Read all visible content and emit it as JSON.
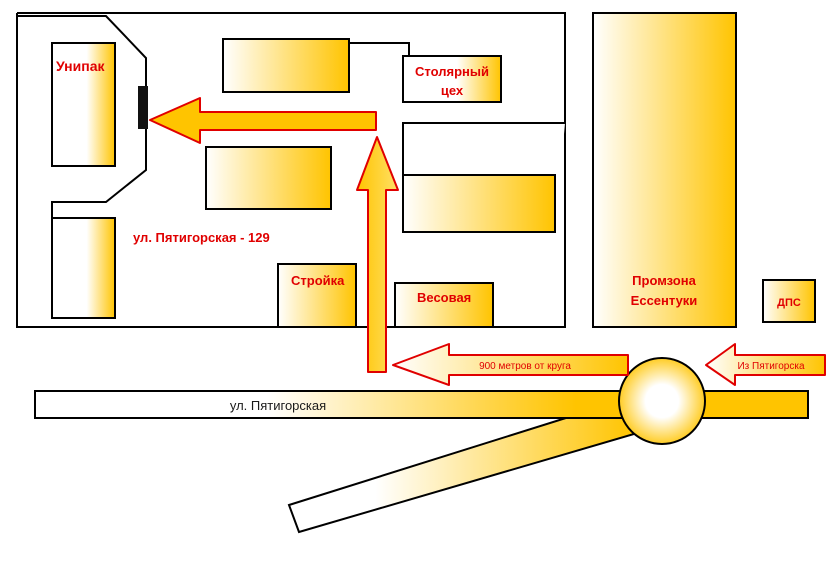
{
  "labels": {
    "unipak": "Унипак",
    "stolyarny_line1": "Столярный",
    "stolyarny_line2": "цех",
    "address": "ул. Пятигорская - 129",
    "stroyka": "Стройка",
    "vesovaya": "Весовая",
    "promzona_line1": "Промзона",
    "promzona_line2": "Ессентуки",
    "dps": "ДПС",
    "distance_arrow": "900 метров от круга",
    "from_arrow": "Из Пятигорска",
    "street": "ул. Пятигорская"
  },
  "colors": {
    "accent_yellow": "#ffcc00",
    "arrow_fill": "#ffcc00",
    "arrow_outline": "#e00000",
    "label_red": "#e00000",
    "outline": "#000000"
  },
  "icons": {
    "gate": "gate-marker",
    "roundabout": "roundabout-circle"
  }
}
